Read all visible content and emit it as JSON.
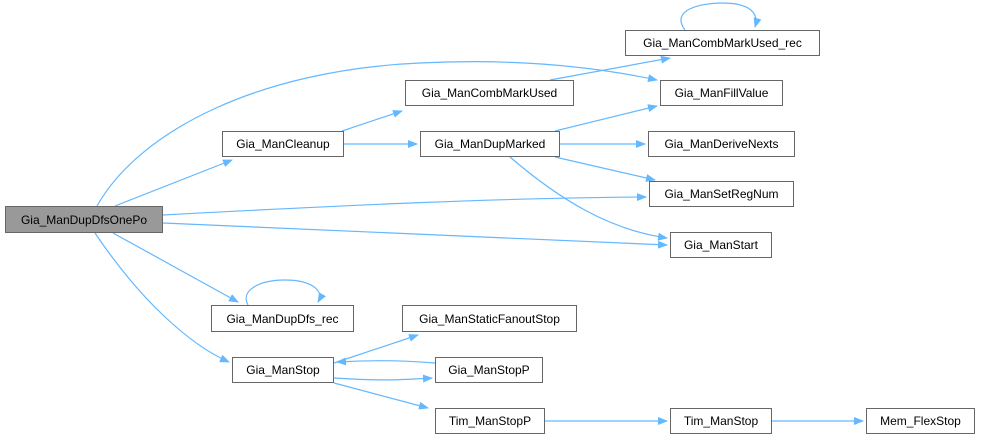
{
  "graph": {
    "title": "Call graph of Gia_ManDupDfsOnePo",
    "root": "Gia_ManDupDfsOnePo",
    "edge_color": "#63b8ff",
    "root_fill": "#999999",
    "node_fill": "#ffffff",
    "border_color": "#666666",
    "nodes": [
      {
        "id": "dupdfsonepo",
        "label": "Gia_ManDupDfsOnePo"
      },
      {
        "id": "combmarkused_rec",
        "label": "Gia_ManCombMarkUsed_rec"
      },
      {
        "id": "combmarkused",
        "label": "Gia_ManCombMarkUsed"
      },
      {
        "id": "fillvalue",
        "label": "Gia_ManFillValue"
      },
      {
        "id": "cleanup",
        "label": "Gia_ManCleanup"
      },
      {
        "id": "dupmarked",
        "label": "Gia_ManDupMarked"
      },
      {
        "id": "derivenexts",
        "label": "Gia_ManDeriveNexts"
      },
      {
        "id": "setregnum",
        "label": "Gia_ManSetRegNum"
      },
      {
        "id": "start",
        "label": "Gia_ManStart"
      },
      {
        "id": "dupdfs_rec",
        "label": "Gia_ManDupDfs_rec"
      },
      {
        "id": "staticfanoutstop",
        "label": "Gia_ManStaticFanoutStop"
      },
      {
        "id": "stop",
        "label": "Gia_ManStop"
      },
      {
        "id": "stopp",
        "label": "Gia_ManStopP"
      },
      {
        "id": "tim_stopp",
        "label": "Tim_ManStopP"
      },
      {
        "id": "tim_stop",
        "label": "Tim_ManStop"
      },
      {
        "id": "mem_flexstop",
        "label": "Mem_FlexStop"
      }
    ],
    "edges": [
      {
        "from": "dupdfsonepo",
        "to": "fillvalue"
      },
      {
        "from": "dupdfsonepo",
        "to": "cleanup"
      },
      {
        "from": "dupdfsonepo",
        "to": "setregnum"
      },
      {
        "from": "dupdfsonepo",
        "to": "start"
      },
      {
        "from": "dupdfsonepo",
        "to": "dupdfs_rec"
      },
      {
        "from": "dupdfsonepo",
        "to": "stop"
      },
      {
        "from": "cleanup",
        "to": "combmarkused"
      },
      {
        "from": "cleanup",
        "to": "dupmarked"
      },
      {
        "from": "combmarkused",
        "to": "combmarkused_rec"
      },
      {
        "from": "combmarkused_rec",
        "to": "combmarkused_rec"
      },
      {
        "from": "dupmarked",
        "to": "fillvalue"
      },
      {
        "from": "dupmarked",
        "to": "derivenexts"
      },
      {
        "from": "dupmarked",
        "to": "setregnum"
      },
      {
        "from": "dupmarked",
        "to": "start"
      },
      {
        "from": "dupdfs_rec",
        "to": "dupdfs_rec"
      },
      {
        "from": "stop",
        "to": "staticfanoutstop"
      },
      {
        "from": "stop",
        "to": "stopp"
      },
      {
        "from": "stopp",
        "to": "stop"
      },
      {
        "from": "stop",
        "to": "tim_stopp"
      },
      {
        "from": "tim_stopp",
        "to": "tim_stop"
      },
      {
        "from": "tim_stop",
        "to": "mem_flexstop"
      }
    ]
  }
}
